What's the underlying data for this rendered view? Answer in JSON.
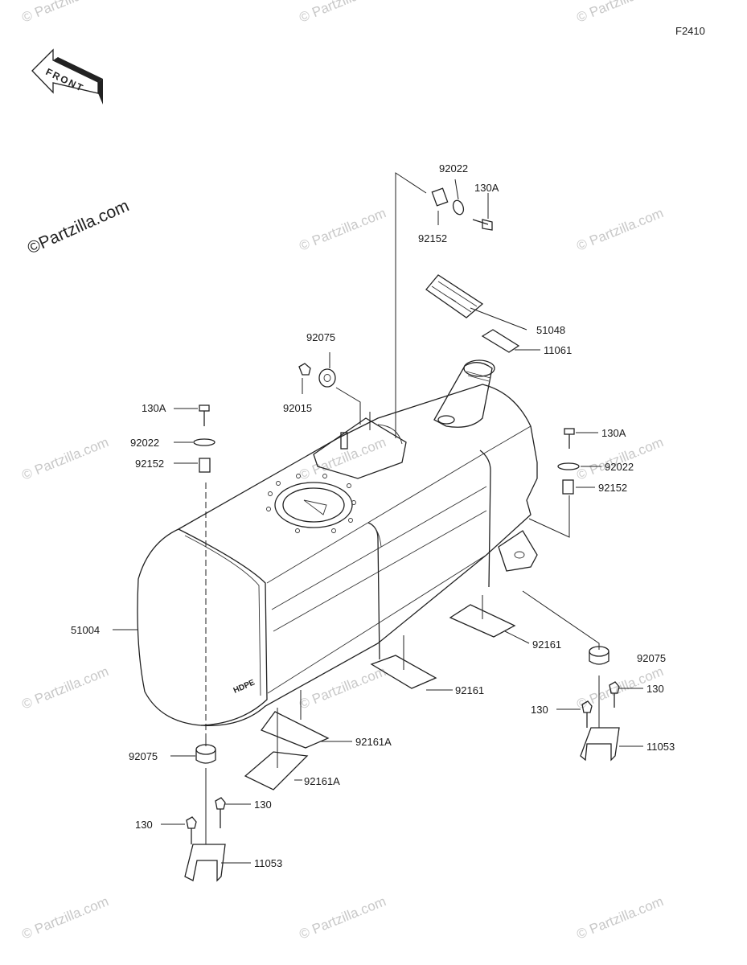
{
  "diagram": {
    "ref_code": "F2410",
    "front_label": "FRONT",
    "brand_watermark": "©Partzilla.com",
    "watermark": "© Partzilla.com",
    "hdpe_mark": "HDPE",
    "parts": [
      {
        "id": "92022-top",
        "label": "92022"
      },
      {
        "id": "130a-top",
        "label": "130A"
      },
      {
        "id": "92152-top",
        "label": "92152"
      },
      {
        "id": "51048",
        "label": "51048"
      },
      {
        "id": "11061",
        "label": "11061"
      },
      {
        "id": "92075-top",
        "label": "92075"
      },
      {
        "id": "92015",
        "label": "92015"
      },
      {
        "id": "130a-left",
        "label": "130A"
      },
      {
        "id": "92022-left",
        "label": "92022"
      },
      {
        "id": "92152-left",
        "label": "92152"
      },
      {
        "id": "130a-right",
        "label": "130A"
      },
      {
        "id": "92022-right",
        "label": "92022"
      },
      {
        "id": "92152-right",
        "label": "92152"
      },
      {
        "id": "51004",
        "label": "51004"
      },
      {
        "id": "92161-a",
        "label": "92161"
      },
      {
        "id": "92075-right",
        "label": "92075"
      },
      {
        "id": "92161-b",
        "label": "92161"
      },
      {
        "id": "130-right-a",
        "label": "130"
      },
      {
        "id": "130-right-b",
        "label": "130"
      },
      {
        "id": "11053-right",
        "label": "11053"
      },
      {
        "id": "92161a-a",
        "label": "92161A"
      },
      {
        "id": "92161a-b",
        "label": "92161A"
      },
      {
        "id": "92075-bottom",
        "label": "92075"
      },
      {
        "id": "130-bottom-a",
        "label": "130"
      },
      {
        "id": "130-bottom-b",
        "label": "130"
      },
      {
        "id": "11053-bottom",
        "label": "11053"
      }
    ]
  }
}
